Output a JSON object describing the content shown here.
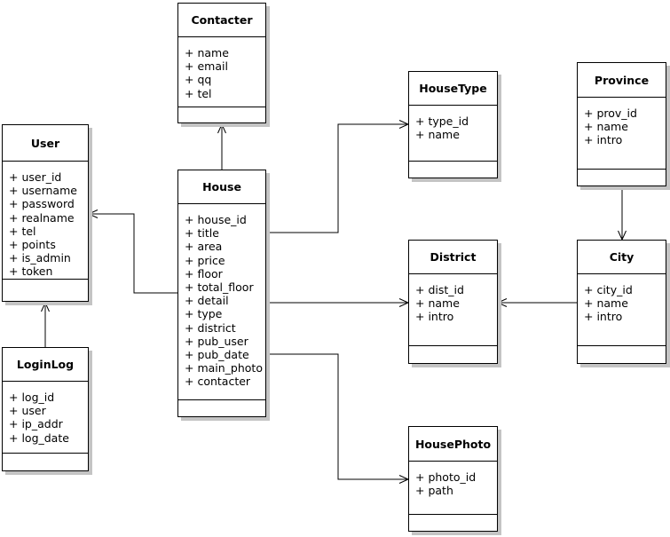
{
  "diagram_type": "uml-class-diagram",
  "classes": [
    {
      "id": "contacter",
      "name": "Contacter",
      "attributes": [
        "+ name",
        "+ email",
        "+ qq",
        "+ tel"
      ],
      "methods": []
    },
    {
      "id": "user",
      "name": "User",
      "attributes": [
        "+ user_id",
        "+ username",
        "+ password",
        "+ realname",
        "+ tel",
        "+ points",
        "+ is_admin",
        "+ token"
      ],
      "methods": []
    },
    {
      "id": "loginlog",
      "name": "LoginLog",
      "attributes": [
        "+ log_id",
        "+ user",
        "+ ip_addr",
        "+ log_date"
      ],
      "methods": []
    },
    {
      "id": "house",
      "name": "House",
      "attributes": [
        "+ house_id",
        "+ title",
        "+ area",
        "+ price",
        "+ floor",
        "+ total_floor",
        "+ detail",
        "+ type",
        "+ district",
        "+ pub_user",
        "+ pub_date",
        "+ main_photo",
        "+ contacter"
      ],
      "methods": []
    },
    {
      "id": "housetype",
      "name": "HouseType",
      "attributes": [
        "+ type_id",
        "+ name"
      ],
      "methods": []
    },
    {
      "id": "province",
      "name": "Province",
      "attributes": [
        "+ prov_id",
        "+ name",
        "+ intro"
      ],
      "methods": []
    },
    {
      "id": "district",
      "name": "District",
      "attributes": [
        "+ dist_id",
        "+ name",
        "+ intro"
      ],
      "methods": []
    },
    {
      "id": "city",
      "name": "City",
      "attributes": [
        "+ city_id",
        "+ name",
        "+ intro"
      ],
      "methods": []
    },
    {
      "id": "housephoto",
      "name": "HousePhoto",
      "attributes": [
        "+ photo_id",
        "+ path"
      ],
      "methods": []
    }
  ],
  "relations": [
    {
      "from": "house",
      "to": "contacter",
      "arrow": "open"
    },
    {
      "from": "loginlog",
      "to": "user",
      "arrow": "open"
    },
    {
      "from": "house",
      "to": "user",
      "arrow": "open"
    },
    {
      "from": "house",
      "to": "housetype",
      "arrow": "open"
    },
    {
      "from": "house",
      "to": "district",
      "arrow": "open"
    },
    {
      "from": "city",
      "to": "district",
      "arrow": "open"
    },
    {
      "from": "province",
      "to": "city",
      "arrow": "open"
    },
    {
      "from": "house",
      "to": "housephoto",
      "arrow": "open"
    }
  ],
  "colors": {
    "line": "#000000",
    "background": "#ffffff",
    "box_shadow": "#c4c4c4",
    "text": "#000000"
  }
}
